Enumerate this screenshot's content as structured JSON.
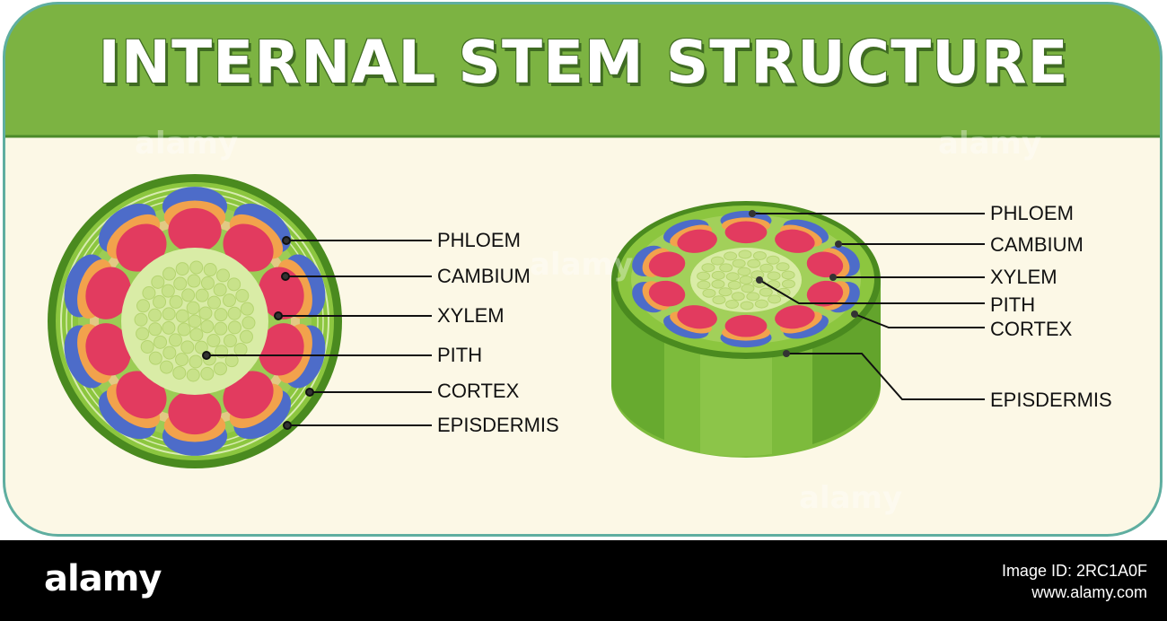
{
  "title": "INTERNAL STEM STRUCTURE",
  "colors": {
    "header_green": "#7cb342",
    "panel_bg": "#fcf8e6",
    "border": "#5faea0",
    "stem_dark": "#4a8a1f",
    "stem_mid": "#7dbb3c",
    "stem_light": "#a8d25a",
    "pith": "#d9eca6",
    "phloem": "#4d6cc9",
    "xylem": "#e23b5f",
    "cambium": "#f2a24c"
  },
  "left_diagram": {
    "labels": {
      "phloem": "PHLOEM",
      "cambium": "CAMBIUM",
      "xylem": "XYLEM",
      "pith": "PITH",
      "cortex": "CORTEX",
      "epidermis": "EPISDERMIS"
    }
  },
  "right_diagram": {
    "labels": {
      "phloem": "PHLOEM",
      "cambium": "CAMBIUM",
      "xylem": "XYLEM",
      "pith": "PITH",
      "cortex": "CORTEX",
      "epidermis": "EPISDERMIS"
    }
  },
  "footer": {
    "brand": "alamy",
    "image_id": "Image ID: 2RC1A0F",
    "site": "www.alamy.com"
  },
  "watermark": "alamy"
}
